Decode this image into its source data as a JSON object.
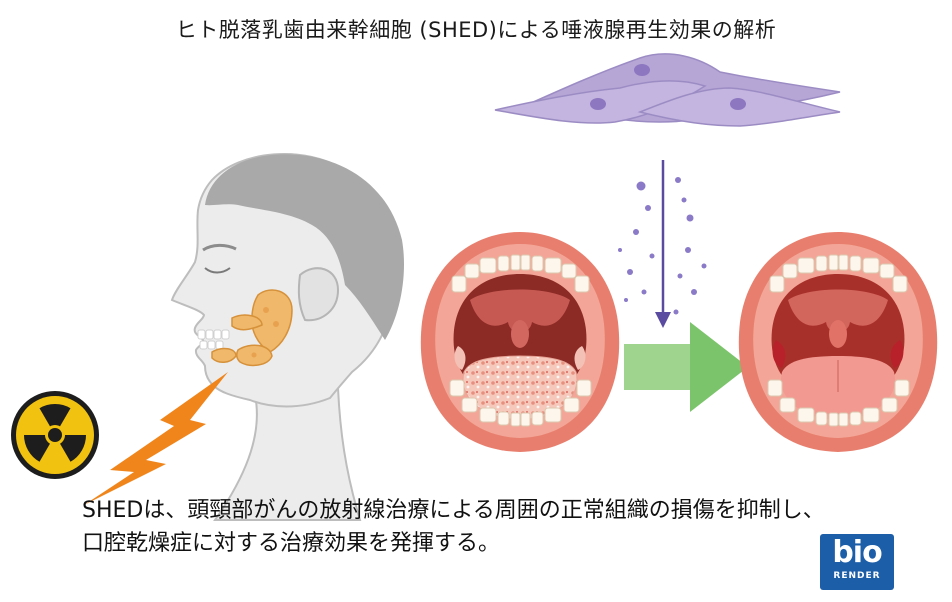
{
  "title": "ヒト脱落乳歯由来幹細胞 (SHED)による唾液腺再生効果の解析",
  "caption": {
    "line1": "SHEDは、頭頸部がんの放射線治療による周囲の正常組織の損傷を抑制し、",
    "line2": "口腔乾燥症に対する治療効果を発揮する。"
  },
  "badge": {
    "line1": "bio",
    "line2": "RENDER"
  },
  "icons": {
    "radiation": "radiation-icon",
    "lightning": "lightning-icon",
    "cells": "stem-cells-icon",
    "arrow": "arrow-right-icon"
  },
  "colors": {
    "cell": "#b6a6d6",
    "nucleus": "#8d77c0",
    "particles": "#8a7ac8",
    "radiation_bg": "#f2c210",
    "lightning": "#f0851c",
    "gland": "#f0b86a",
    "arrow": "#7cc46b",
    "lips": "#e87f6e",
    "tongue_healthy": "#f29a92",
    "tongue_dry": "#f4c1b6",
    "badge": "#1d5ea8"
  }
}
